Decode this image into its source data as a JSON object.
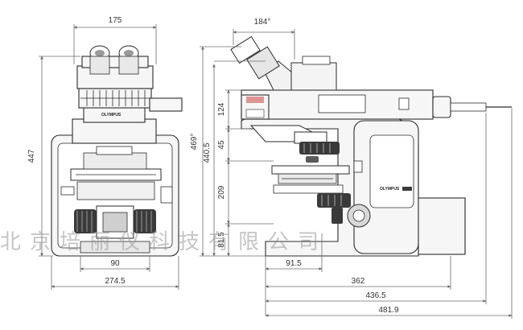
{
  "front_view": {
    "dims": {
      "top_width": "175",
      "height": "447",
      "base_inner_width": "90",
      "base_width": "274.5"
    },
    "brand": "OLYMPUS"
  },
  "side_view": {
    "dims": {
      "tilt_angle": "184°",
      "total_height": "469°",
      "height_440": "440.5",
      "head_124": "124",
      "seg_45": "45",
      "seg_209": "209",
      "seg_81": "81.5",
      "offset_91": "91.5",
      "depth_362": "362",
      "depth_436": "436.5",
      "depth_481": "481.9"
    },
    "brand": "OLYMPUS"
  },
  "watermark": "北京培丽仪科技有限公司"
}
